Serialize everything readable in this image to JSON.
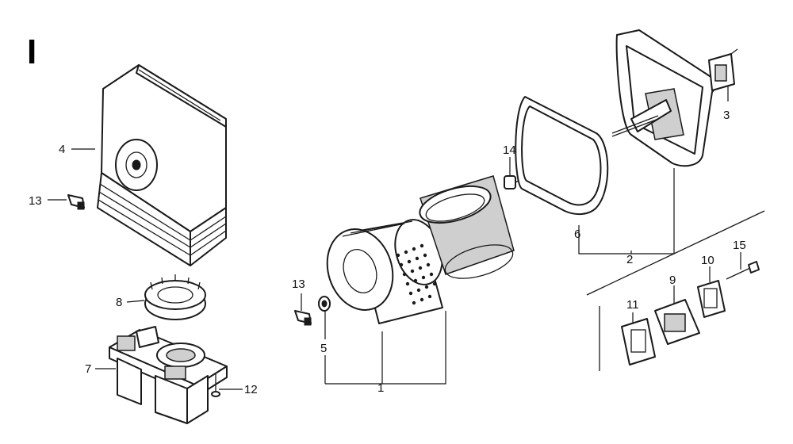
{
  "section_mark": "I",
  "callouts": {
    "c1": "1",
    "c2": "2",
    "c3": "3",
    "c4": "4",
    "c5": "5",
    "c6": "6",
    "c7": "7",
    "c8": "8",
    "c9": "9",
    "c10": "10",
    "c11": "11",
    "c12": "12",
    "c13a": "13",
    "c13b": "13",
    "c14": "14",
    "c15": "15"
  }
}
